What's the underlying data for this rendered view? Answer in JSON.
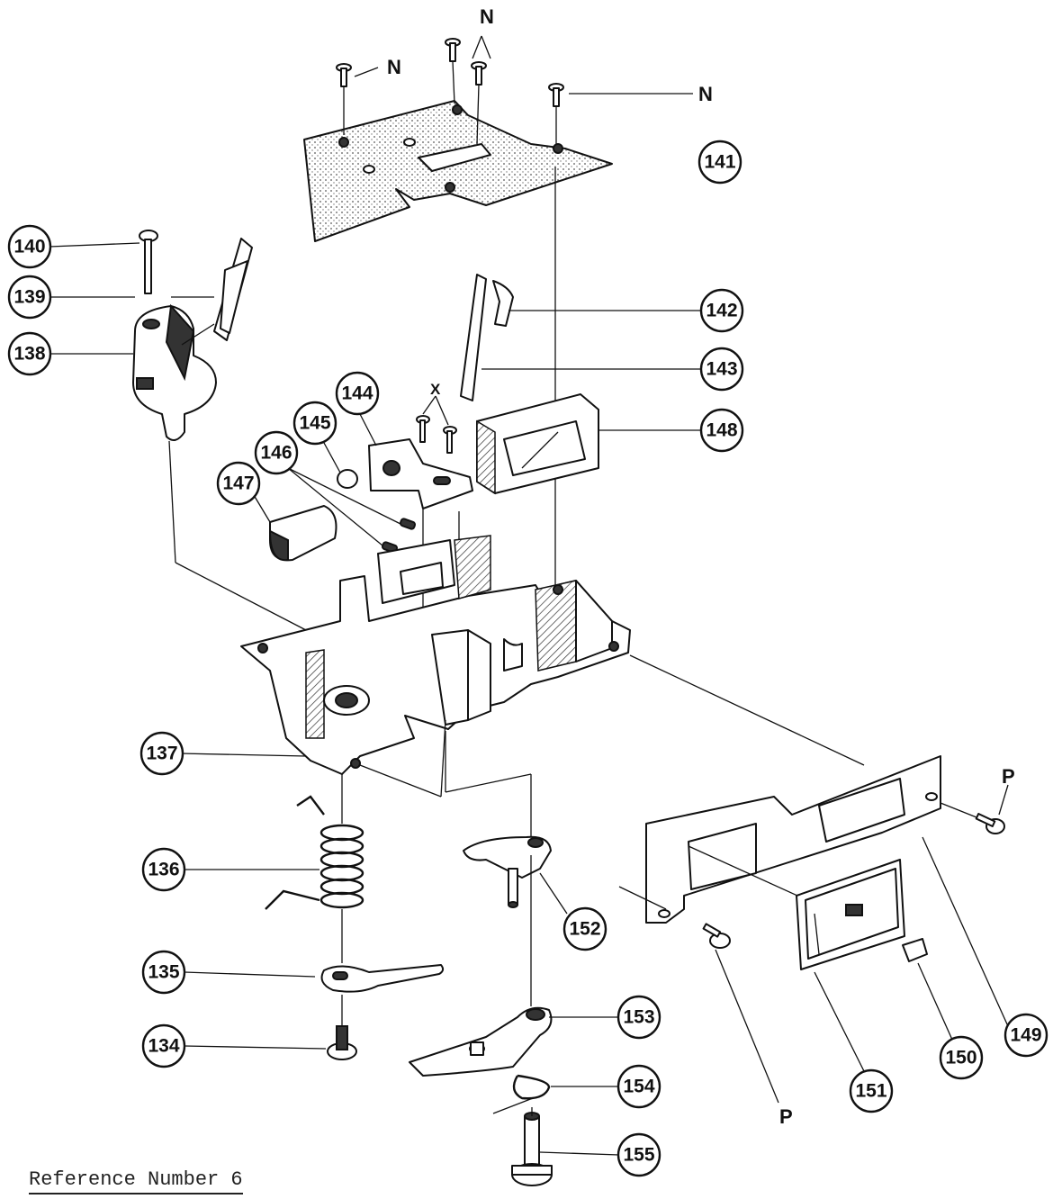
{
  "title": "Reference Number 6",
  "part_numbers": [
    "134",
    "135",
    "136",
    "137",
    "138",
    "139",
    "140",
    "141",
    "142",
    "143",
    "144",
    "145",
    "146",
    "147",
    "148",
    "149",
    "150",
    "151",
    "152",
    "153",
    "154",
    "155"
  ],
  "letter_labels": [
    "N",
    "N",
    "N",
    "X",
    "P",
    "P"
  ]
}
